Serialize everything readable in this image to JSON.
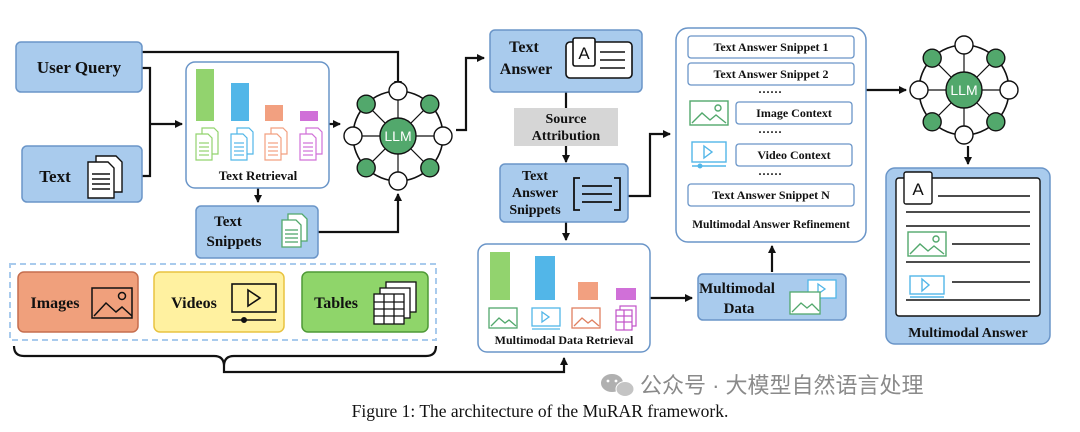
{
  "inputs": {
    "user_query": "User Query",
    "text": "Text"
  },
  "text_retrieval": {
    "label": "Text Retrieval",
    "bar_colors": [
      "#92d36e",
      "#52b6e8",
      "#f2a080",
      "#d070d8"
    ]
  },
  "text_snippets": {
    "line1": "Text",
    "line2": "Snippets"
  },
  "llm_label": "LLM",
  "text_answer": {
    "line1": "Text",
    "line2": "Answer",
    "icon_letter": "A"
  },
  "source_attribution": {
    "line1": "Source",
    "line2": "Attribution"
  },
  "text_answer_snippets": {
    "line1": "Text",
    "line2": "Answer",
    "line3": "Snippets"
  },
  "refinement": {
    "title": "Multimodal Answer Refinement",
    "snippet_1": "Text Answer Snippet 1",
    "snippet_2": "Text Answer Snippet 2",
    "image_context": "Image Context",
    "video_context": "Video Context",
    "snippet_n": "Text Answer Snippet N",
    "dots": "······"
  },
  "modalities": {
    "images": "Images",
    "videos": "Videos",
    "tables": "Tables"
  },
  "multimodal_retrieval": {
    "label": "Multimodal Data Retrieval"
  },
  "multimodal_data": {
    "line1": "Multimodal",
    "line2": "Data"
  },
  "multimodal_answer": {
    "label": "Multimodal Answer",
    "icon_letter": "A"
  },
  "watermark": "公众号 · 大模型自然语言处理",
  "caption": "Figure 1: The architecture of the MuRAR framework.",
  "colors": {
    "box_blue": "#a9cbed",
    "box_border": "#6a95c8",
    "llm_green": "#52a86c",
    "images_bg": "#f0a07c",
    "videos_bg": "#fff1a0",
    "tables_bg": "#8fd56a",
    "gray_box": "#d6d6d6"
  }
}
